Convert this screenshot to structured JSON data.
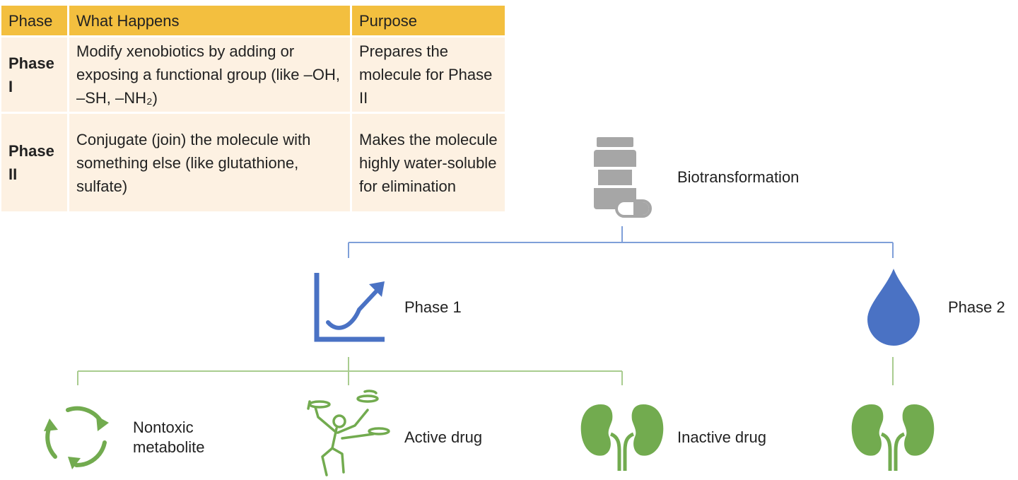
{
  "table": {
    "headers": [
      "Phase",
      "What Happens",
      "Purpose"
    ],
    "rows": [
      {
        "phase": "Phase I",
        "what": "Modify xenobiotics by adding or exposing a functional group (like –OH, –SH, –NH₂)",
        "purpose": "Prepares the molecule for Phase II"
      },
      {
        "phase": "Phase II",
        "what": "Conjugate (join) the molecule with something else (like glutathione, sulfate)",
        "purpose": "Makes the molecule highly water-soluble for elimination"
      }
    ],
    "colors": {
      "header": "#f3bf3f",
      "body": "#fdf1e2"
    }
  },
  "diagram": {
    "root": {
      "label": "Biotransformation",
      "icon": "pill-bottle-icon"
    },
    "branches": [
      {
        "label": "Phase 1",
        "icon": "growth-curve-icon"
      },
      {
        "label": "Phase 2",
        "icon": "water-drop-icon"
      }
    ],
    "phase1_outcomes": [
      {
        "label": "Nontoxic metabolite",
        "icon": "recycle-icon"
      },
      {
        "label": "Active drug",
        "icon": "juggler-icon"
      },
      {
        "label": "Inactive drug",
        "icon": "kidneys-icon"
      }
    ],
    "phase2_outcomes": [
      {
        "label": "",
        "icon": "kidneys-icon"
      }
    ],
    "colors": {
      "connector_top": "#7f9fd9",
      "connector_bottom": "#a9cc8f",
      "blue_icon": "#4a72c4",
      "green_icon": "#72ab4f",
      "gray_icon": "#a6a6a6"
    }
  }
}
